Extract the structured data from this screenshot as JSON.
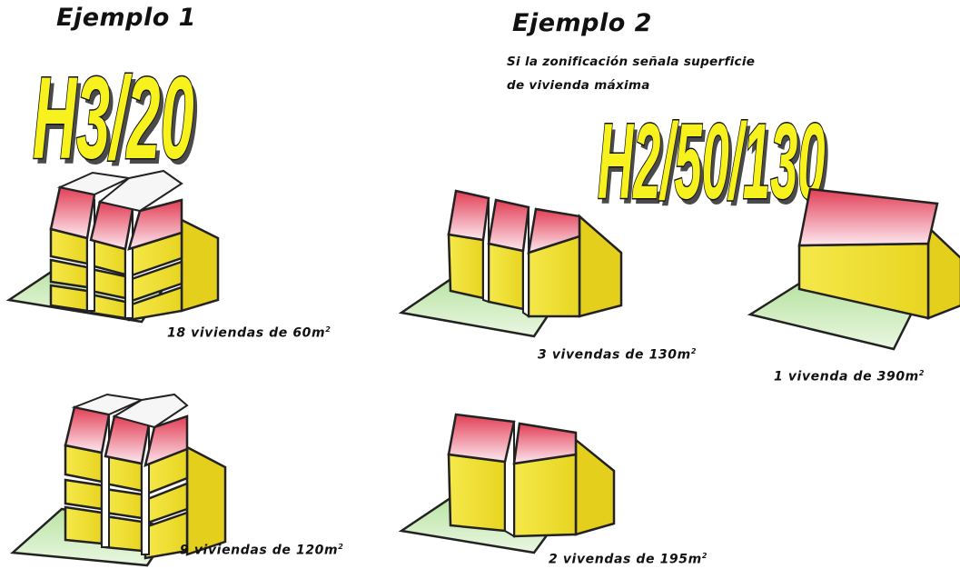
{
  "example1": {
    "title": "Ejemplo 1",
    "code": "H3/20",
    "cases": [
      {
        "label": "18 viviendas de 60m",
        "sup": "2"
      },
      {
        "label": "9 viviendas de 120m",
        "sup": "2"
      }
    ]
  },
  "example2": {
    "title": "Ejemplo 2",
    "note_line1": "Si la zonificación señala superficie",
    "note_line2": "de vivienda máxima",
    "code": "H2/50/130",
    "cases": [
      {
        "label": "3 vivendas de 130m",
        "sup": "2"
      },
      {
        "label": "1 vivenda de 390m",
        "sup": "2"
      },
      {
        "label": "2 vivendas de 195m",
        "sup": "2"
      }
    ]
  },
  "colors": {
    "wall": "#f2e23a",
    "roof_top": "#e8475a",
    "roof_bottom": "#fbe3ea",
    "lawn": "#8fd27a",
    "code_fill": "#f7f21e",
    "code_shadow": "#4a4a4a"
  }
}
